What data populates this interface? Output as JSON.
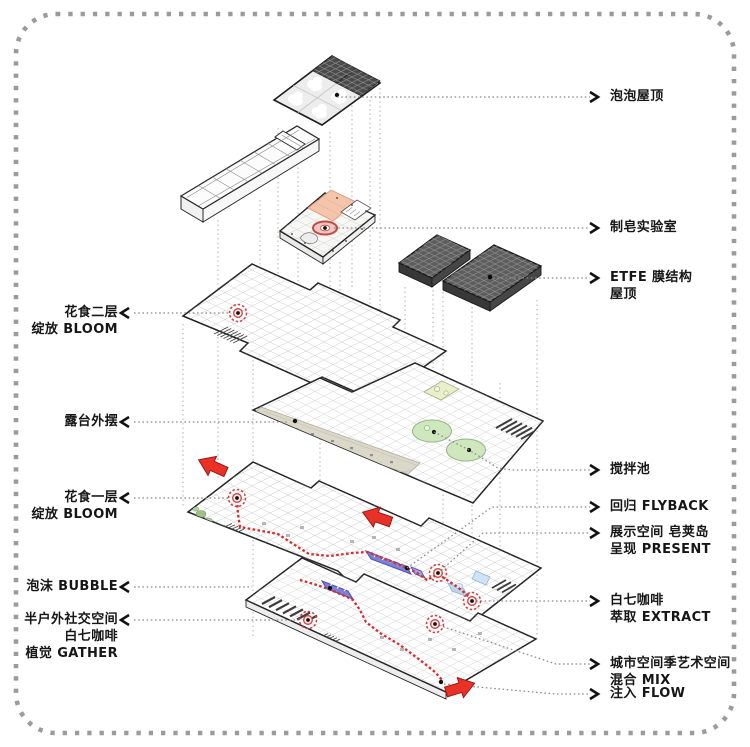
{
  "palette": {
    "accent_red": "#E93127",
    "path_red": "#D92B2B",
    "marker_red": "#CF3F3F",
    "ramp_blue": "#7B80D8",
    "pool_green": "#CFE7BD",
    "lab_salmon": "#F5C5AB",
    "terrace_beige": "#DCD8C9",
    "etfe_gray": "#5D5D5D",
    "leader_gray": "#8A8A8A",
    "border_gray": "#9B9B9B"
  },
  "labels": {
    "right": [
      {
        "id": "bubble-roof",
        "lines": [
          "泡泡屋顶"
        ]
      },
      {
        "id": "soap-lab",
        "lines": [
          "制皂实验室"
        ]
      },
      {
        "id": "etfe-roof",
        "lines": [
          "ETFE 膜结构",
          "屋顶"
        ]
      },
      {
        "id": "mixing-pool",
        "lines": [
          "搅拌池"
        ]
      },
      {
        "id": "flyback",
        "lines": [
          "回归 FLYBACK"
        ]
      },
      {
        "id": "present",
        "lines": [
          "展示空间 皂荚岛",
          "呈现 PRESENT"
        ]
      },
      {
        "id": "extract",
        "lines": [
          "白七咖啡",
          "萃取 EXTRACT"
        ]
      },
      {
        "id": "mix",
        "lines": [
          "城市空间季艺术空间",
          "混合 MIX"
        ]
      },
      {
        "id": "flow",
        "lines": [
          "注入  FLOW"
        ]
      }
    ],
    "left": [
      {
        "id": "bloom-2f",
        "lines": [
          "花食二层",
          "绽放 BLOOM"
        ]
      },
      {
        "id": "terrace",
        "lines": [
          "露台外摆"
        ]
      },
      {
        "id": "bloom-1f",
        "lines": [
          "花食一层",
          "绽放 BLOOM"
        ]
      },
      {
        "id": "foam",
        "lines": [
          "泡沫 BUBBLE"
        ]
      },
      {
        "id": "gather",
        "lines": [
          "半户外社交空间",
          "白七咖啡",
          "植觉 GATHER"
        ]
      }
    ]
  }
}
